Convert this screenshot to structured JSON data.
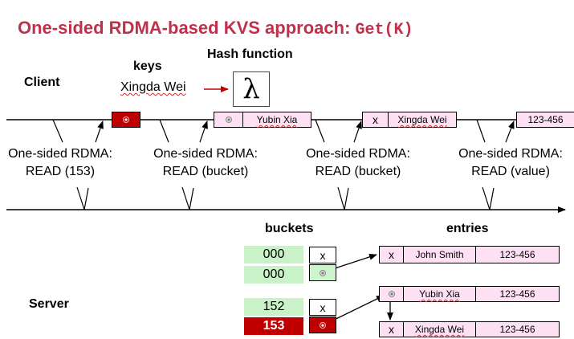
{
  "title": {
    "main": "One-sided RDMA-based KVS approach: ",
    "code": "Get(K)"
  },
  "labels": {
    "keys": "keys",
    "hash_function": "Hash function",
    "client": "Client",
    "server": "Server",
    "buckets": "buckets",
    "entries": "entries",
    "key_value": "Xingda Wei",
    "lambda": "λ"
  },
  "rdma_ops": [
    {
      "line1": "One-sided RDMA:",
      "line2": "READ (153)"
    },
    {
      "line1": "One-sided RDMA:",
      "line2": "READ (bucket)"
    },
    {
      "line1": "One-sided RDMA:",
      "line2": "READ (bucket)"
    },
    {
      "line1": "One-sided RDMA:",
      "line2": "READ (value)"
    }
  ],
  "client_reads": {
    "bucket1_name": "Yubin Xia",
    "bucket2_flag": "x",
    "bucket2_name": "Xingda Wei",
    "value": "123-456"
  },
  "buckets": [
    {
      "id": "000",
      "flag": "x",
      "color": "green"
    },
    {
      "id": "000",
      "flag": "",
      "color": "green"
    },
    {
      "id": "152",
      "flag": "x",
      "color": "green"
    },
    {
      "id": "153",
      "flag": "",
      "color": "red"
    }
  ],
  "entries": [
    {
      "flag": "x",
      "name": "John Smith",
      "value": "123-456"
    },
    {
      "flag": "",
      "name": "Yubin Xia",
      "value": "123-456"
    },
    {
      "flag": "x",
      "name": "Xingda Wei",
      "value": "123-456"
    }
  ],
  "colors": {
    "title": "#c0304a",
    "highlight_red": "#c00000",
    "bucket_green": "#c9f2c9",
    "entry_pink": "#fde0f4"
  }
}
